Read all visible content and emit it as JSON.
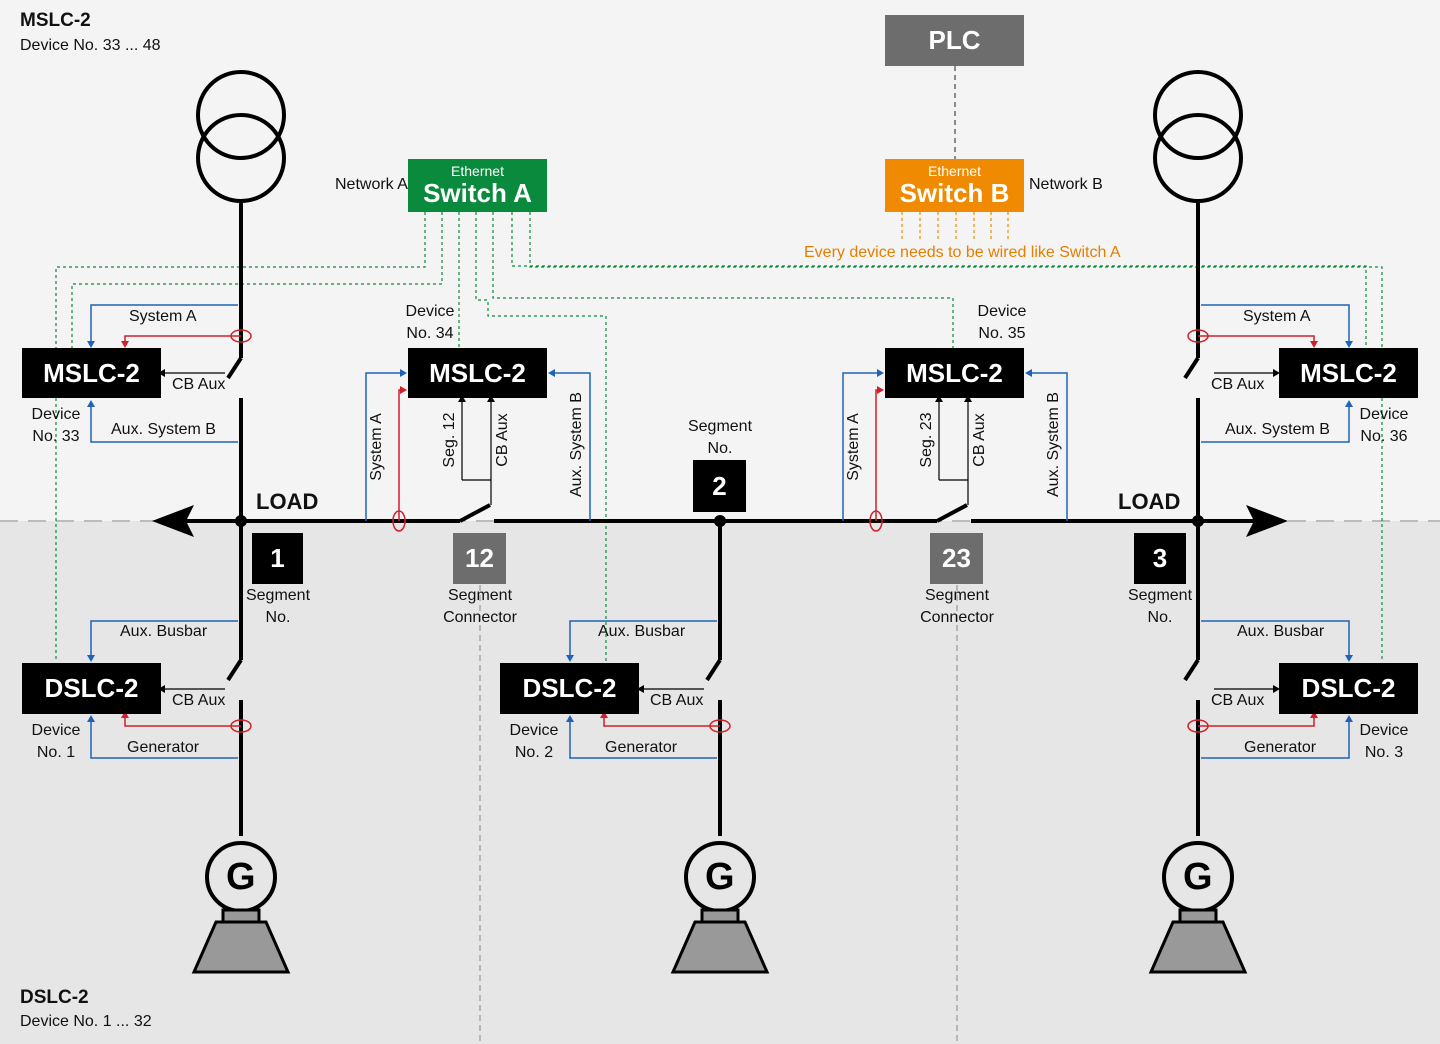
{
  "zones": {
    "top": {
      "title": "MSLC-2",
      "subtitle": "Device No. 33 ... 48"
    },
    "bottom": {
      "title": "DSLC-2",
      "subtitle": "Device No. 1 ... 32"
    }
  },
  "plc": {
    "label": "PLC"
  },
  "switch_a": {
    "small": "Ethernet",
    "name": "Switch A",
    "network": "Network A",
    "color": "#0a8a3c"
  },
  "switch_b": {
    "small": "Ethernet",
    "name": "Switch B",
    "network": "Network B",
    "color": "#f08a00",
    "note": "Every device needs to be wired like Switch A"
  },
  "devices": {
    "mslc_33": {
      "label": "MSLC-2",
      "caption_1": "Device",
      "caption_2": "No. 33"
    },
    "mslc_34": {
      "label": "MSLC-2",
      "caption_1": "Device",
      "caption_2": "No. 34"
    },
    "mslc_35": {
      "label": "MSLC-2",
      "caption_1": "Device",
      "caption_2": "No. 35"
    },
    "mslc_36": {
      "label": "MSLC-2",
      "caption_1": "Device",
      "caption_2": "No. 36"
    },
    "dslc_1": {
      "label": "DSLC-2",
      "caption_1": "Device",
      "caption_2": "No. 1"
    },
    "dslc_2": {
      "label": "DSLC-2",
      "caption_1": "Device",
      "caption_2": "No. 2"
    },
    "dslc_3": {
      "label": "DSLC-2",
      "caption_1": "Device",
      "caption_2": "No. 3"
    }
  },
  "segments": {
    "seg_1": {
      "num": "1",
      "caption_1": "Segment",
      "caption_2": "No."
    },
    "seg_2": {
      "num": "2",
      "caption_1": "Segment",
      "caption_2": "No."
    },
    "seg_3": {
      "num": "3",
      "caption_1": "Segment",
      "caption_2": "No."
    },
    "conn_12": {
      "num": "12",
      "caption_1": "Segment",
      "caption_2": "Connector"
    },
    "conn_23": {
      "num": "23",
      "caption_1": "Segment",
      "caption_2": "Connector"
    }
  },
  "labels": {
    "system_a": "System A",
    "aux_system_b": "Aux. System B",
    "cb_aux": "CB Aux",
    "aux_busbar": "Aux. Busbar",
    "generator": "Generator",
    "load": "LOAD",
    "seg_12": "Seg. 12",
    "seg_23": "Seg. 23",
    "gen_letter": "G"
  },
  "colors": {
    "blue": "#1f64b4",
    "red": "#d0202a",
    "green": "#0a8a3c",
    "orange": "#f08a00"
  }
}
